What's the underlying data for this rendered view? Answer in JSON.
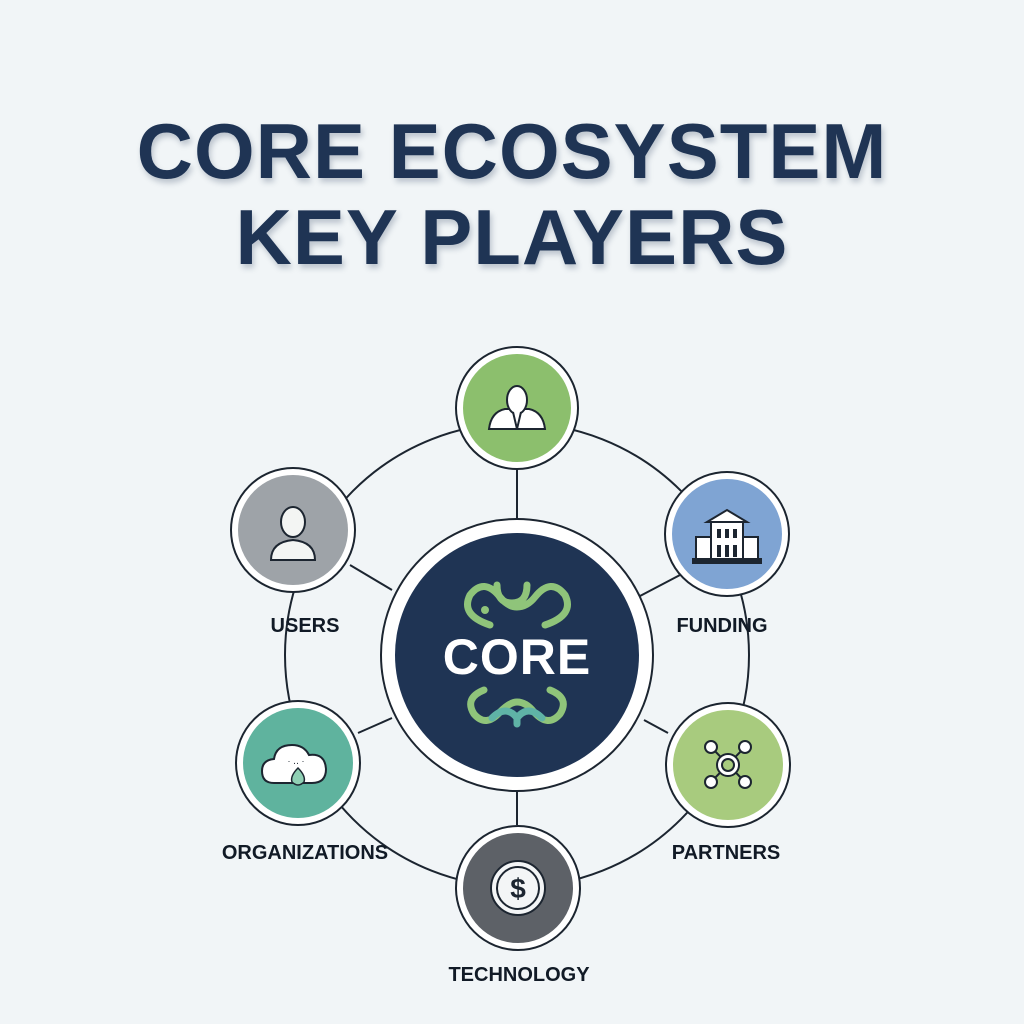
{
  "title": {
    "line1": "CORE ECOSYSTEM",
    "line2": "KEY PLAYERS"
  },
  "center": {
    "label": "CORE",
    "fill": "#1f3454",
    "logo_colors": [
      "#8fc47a",
      "#5fb3a6"
    ]
  },
  "nodes": [
    {
      "id": "top",
      "label": "",
      "icon": "businessperson-icon",
      "fill": "#8cbf6d"
    },
    {
      "id": "users",
      "label": "USERS",
      "icon": "user-icon",
      "fill": "#9ea3a8"
    },
    {
      "id": "funding",
      "label": "FUNDING",
      "icon": "bank-building-icon",
      "fill": "#7fa4d3"
    },
    {
      "id": "organizations",
      "label": "ORGANIZATIONS",
      "icon": "cloud-leaf-icon",
      "fill": "#5fb39e"
    },
    {
      "id": "partners",
      "label": "PARTNERS",
      "icon": "network-hub-icon",
      "fill": "#a8cb7e"
    },
    {
      "id": "technology",
      "label": "TECHNOLOGY",
      "icon": "dollar-coin-icon",
      "fill": "#5d6167"
    }
  ]
}
